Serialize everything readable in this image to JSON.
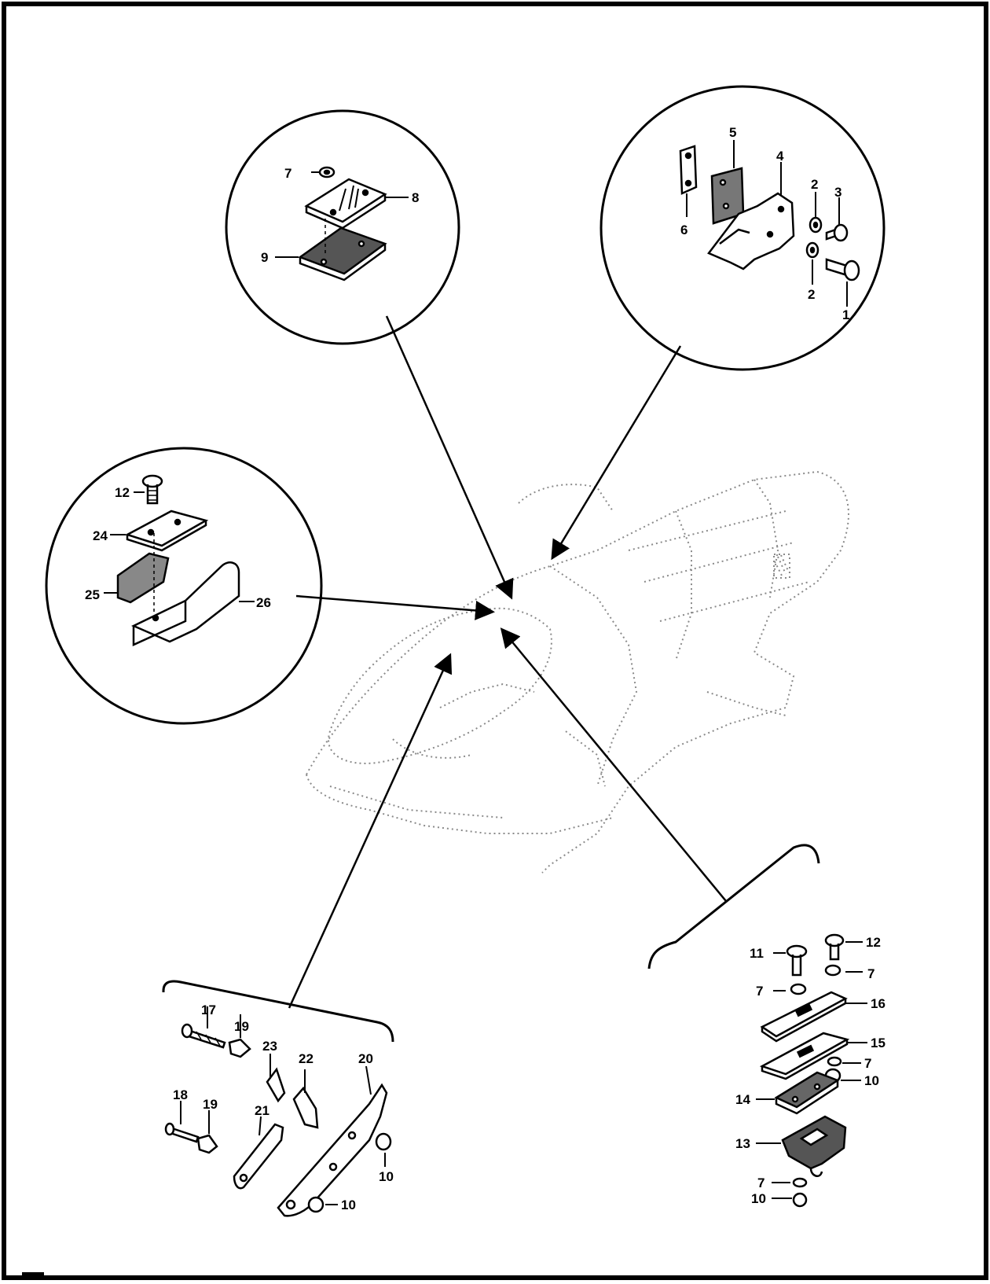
{
  "colors": {
    "ink": "#000000",
    "paper": "#ffffff",
    "ghost": "#9a9a9a"
  },
  "callouts": {
    "upper_center": {
      "labels": [
        "7",
        "8",
        "9"
      ]
    },
    "upper_right": {
      "labels": [
        "5",
        "6",
        "4",
        "2",
        "3",
        "2",
        "1"
      ]
    },
    "left": {
      "labels": [
        "12",
        "24",
        "25",
        "26"
      ]
    },
    "lower_left": {
      "labels": [
        "17",
        "19",
        "23",
        "22",
        "20",
        "18",
        "19",
        "21",
        "10",
        "10"
      ]
    },
    "lower_right": {
      "labels": [
        "11",
        "12",
        "7",
        "7",
        "16",
        "15",
        "7",
        "10",
        "14",
        "13",
        "7",
        "10"
      ]
    }
  }
}
